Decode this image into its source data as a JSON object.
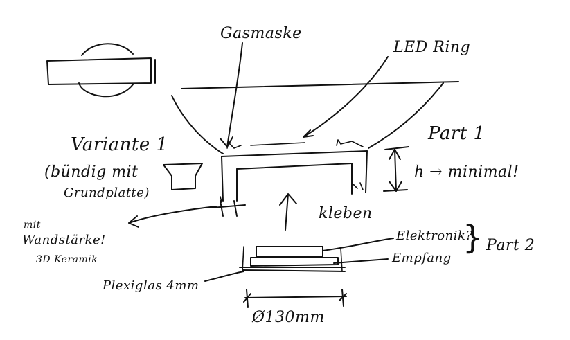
{
  "labels": {
    "gasmaske": "Gasmaske",
    "led_ring": "LED Ring",
    "part1": "Part 1",
    "variante1": "Variante 1",
    "variante1_note_line1": "(bündig mit",
    "variante1_note_line2": "Grundplatte)",
    "h_minimal": "h → minimal!",
    "mit_line1": "mit",
    "mit_line2": "Wandstärke!",
    "mit_line3": "3D Keramik",
    "kleben": "kleben",
    "elektronik": "Elektronik?",
    "empfang": "Empfang",
    "part2": "Part 2",
    "plexiglas": "Plexiglas 4mm",
    "diameter": "Ø130mm",
    "brace": "}"
  }
}
